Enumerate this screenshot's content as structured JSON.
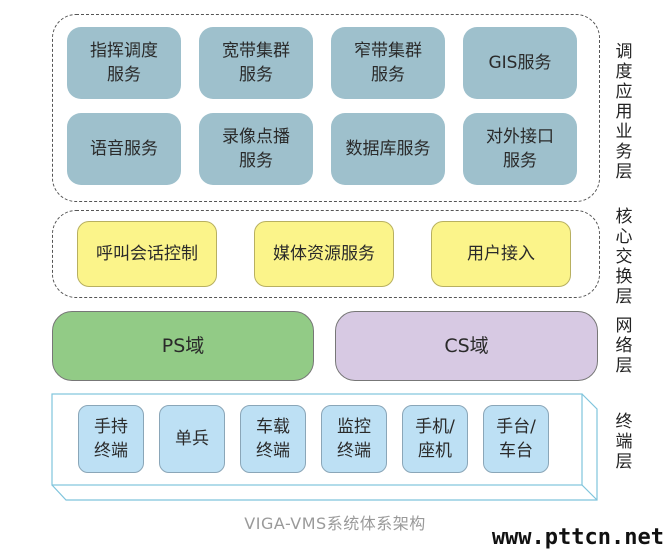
{
  "layers": {
    "app": {
      "label": "调度应用业务层",
      "items": [
        "指挥调度\n服务",
        "宽带集群\n服务",
        "窄带集群\n服务",
        "GIS服务",
        "语音服务",
        "录像点播\n服务",
        "数据库服务",
        "对外接口\n服务"
      ]
    },
    "core": {
      "label": "核心交换层",
      "items": [
        "呼叫会话控制",
        "媒体资源服务",
        "用户接入"
      ]
    },
    "network": {
      "label": "网络层",
      "ps": "PS域",
      "cs": "CS域"
    },
    "terminal": {
      "label": "终端层",
      "items": [
        "手持\n终端",
        "单兵",
        "车载\n终端",
        "监控\n终端",
        "手机/\n座机",
        "手台/\n车台"
      ]
    }
  },
  "caption": "VIGA-VMS系统体系架构",
  "watermark": "www.pttcn.net",
  "colors": {
    "service": "#9ec0cc",
    "core": "#fbf48a",
    "ps": "#92cb86",
    "cs": "#d7c9e3",
    "terminal": "#bde0f4",
    "terminal_frame": "#7fc4dc"
  }
}
